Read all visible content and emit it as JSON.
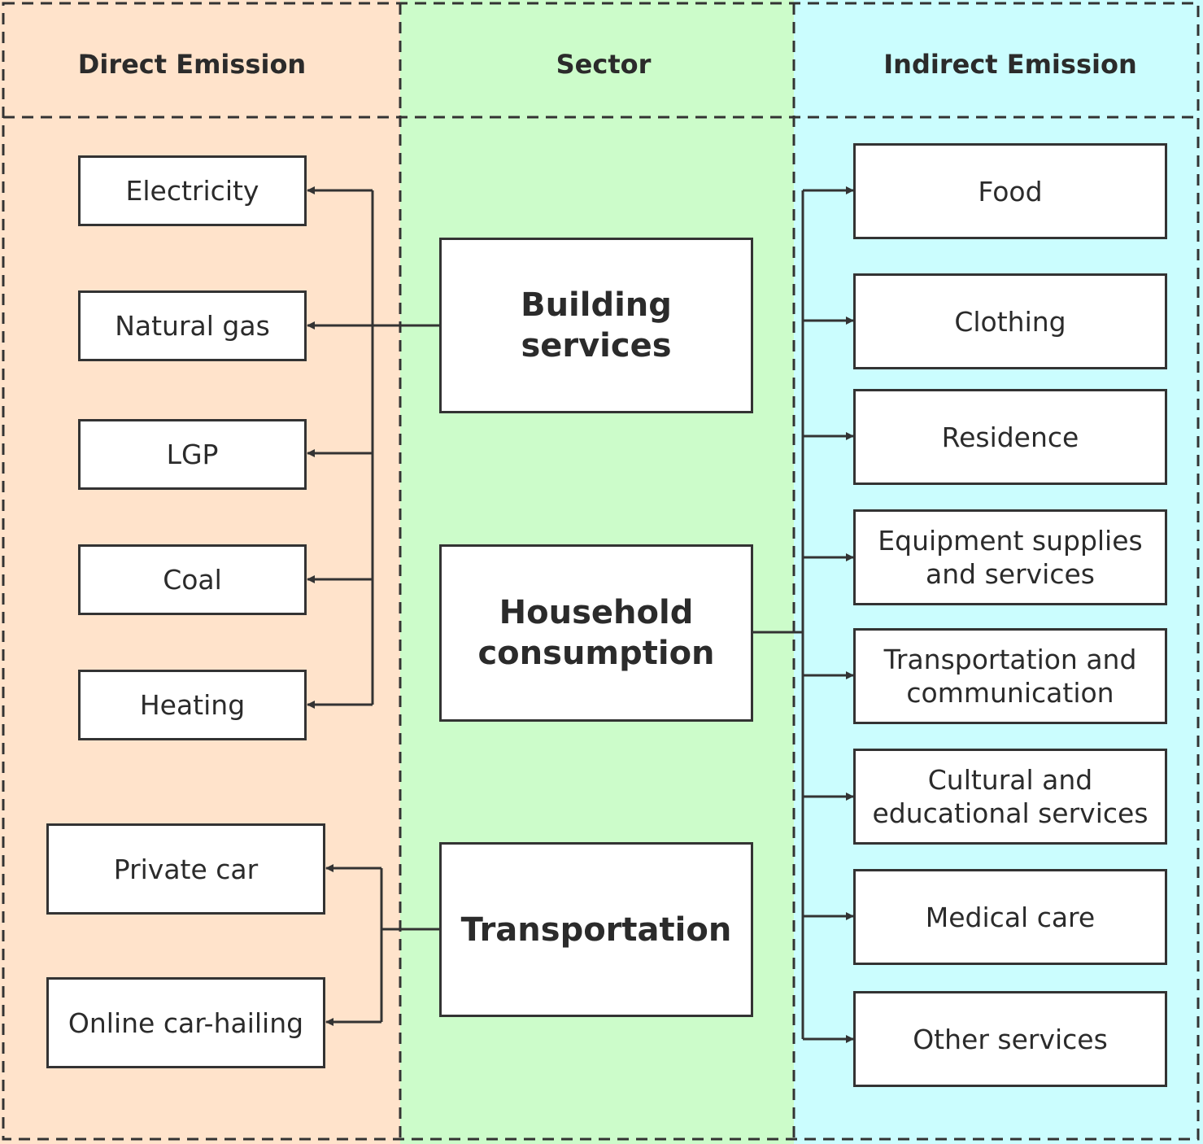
{
  "headers": {
    "direct": "Direct Emission",
    "sector": "Sector",
    "indirect": "Indirect Emission"
  },
  "direct_items": [
    "Electricity",
    "Natural gas",
    "LGP",
    "Coal",
    "Heating"
  ],
  "transport_items": [
    "Private car",
    "Online car-hailing"
  ],
  "sectors": [
    "Building services",
    "Household\nconsumption",
    "Transportation"
  ],
  "indirect_items": [
    "Food",
    "Clothing",
    "Residence",
    "Equipment supplies\nand services",
    "Transportation and\ncommunication",
    "Cultural and\neducational  services",
    "Medical care",
    "Other services"
  ],
  "colors": {
    "direct_bg": "#ffe3cb",
    "sector_bg": "#ccfcca",
    "indirect_bg": "#cbfdfe",
    "line": "#333333"
  }
}
